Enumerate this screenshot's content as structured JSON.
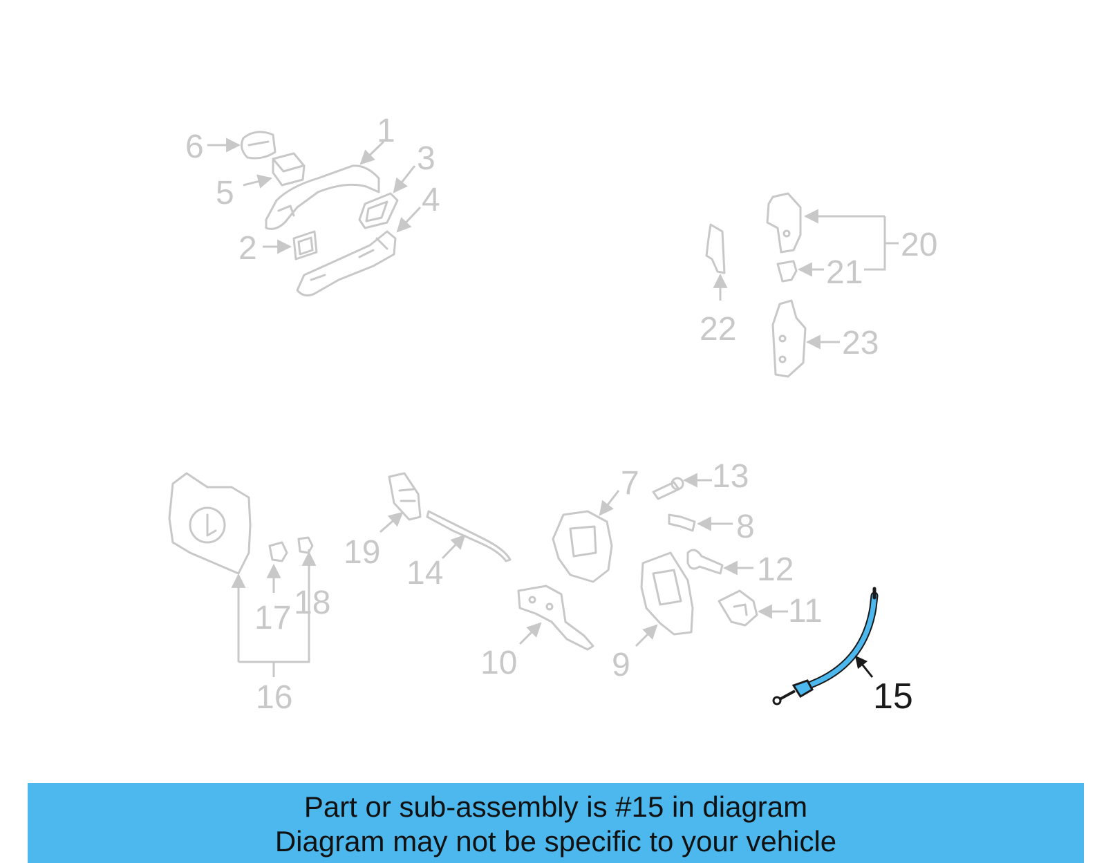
{
  "diagram": {
    "highlight_color": "#4db8ee",
    "part_color": "#c8c8c8",
    "highlighted_part": "15",
    "callouts": [
      "1",
      "2",
      "3",
      "4",
      "5",
      "6",
      "7",
      "8",
      "9",
      "10",
      "11",
      "12",
      "13",
      "14",
      "15",
      "16",
      "17",
      "18",
      "19",
      "20",
      "21",
      "22",
      "23"
    ]
  },
  "banner": {
    "line1": "Part or sub-assembly is #15 in diagram",
    "line2": "Diagram may not be specific to your vehicle",
    "background": "#4db8ee"
  }
}
